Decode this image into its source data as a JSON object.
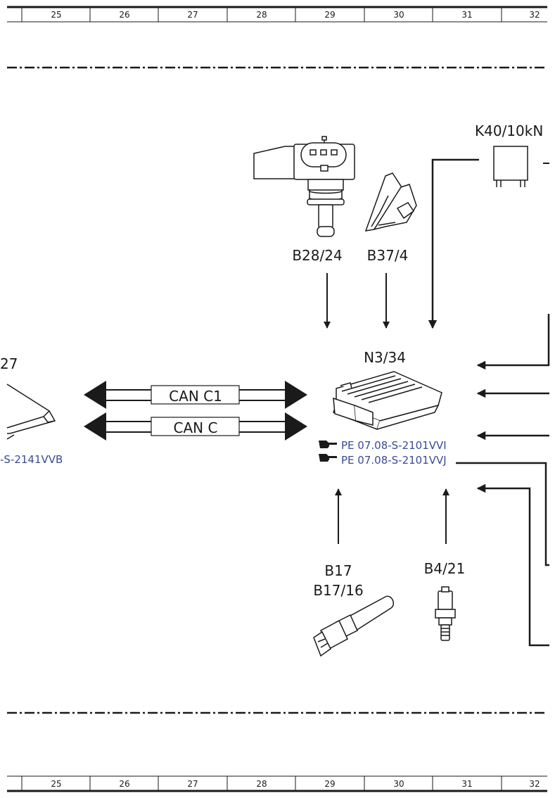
{
  "ruler": {
    "numbers": [
      "25",
      "26",
      "27",
      "28",
      "29",
      "30",
      "31",
      "32"
    ]
  },
  "components": {
    "b28_24": "B28/24",
    "b37_4": "B37/4",
    "k40": "K40/10kN",
    "n3_34": "N3/34",
    "left_unit": "27",
    "b17": "B17",
    "b17_16": "B17/16",
    "b4_21": "B4/21"
  },
  "can_bus": {
    "c1": "CAN C1",
    "c": "CAN C"
  },
  "references": {
    "left": "-S-2141VVB",
    "vvi": "PE 07.08-S-2101VVI",
    "vvj": "PE 07.08-S-2101VVJ"
  },
  "colors": {
    "line": "#1a1a1a",
    "reference_text": "#3a4a9a"
  }
}
